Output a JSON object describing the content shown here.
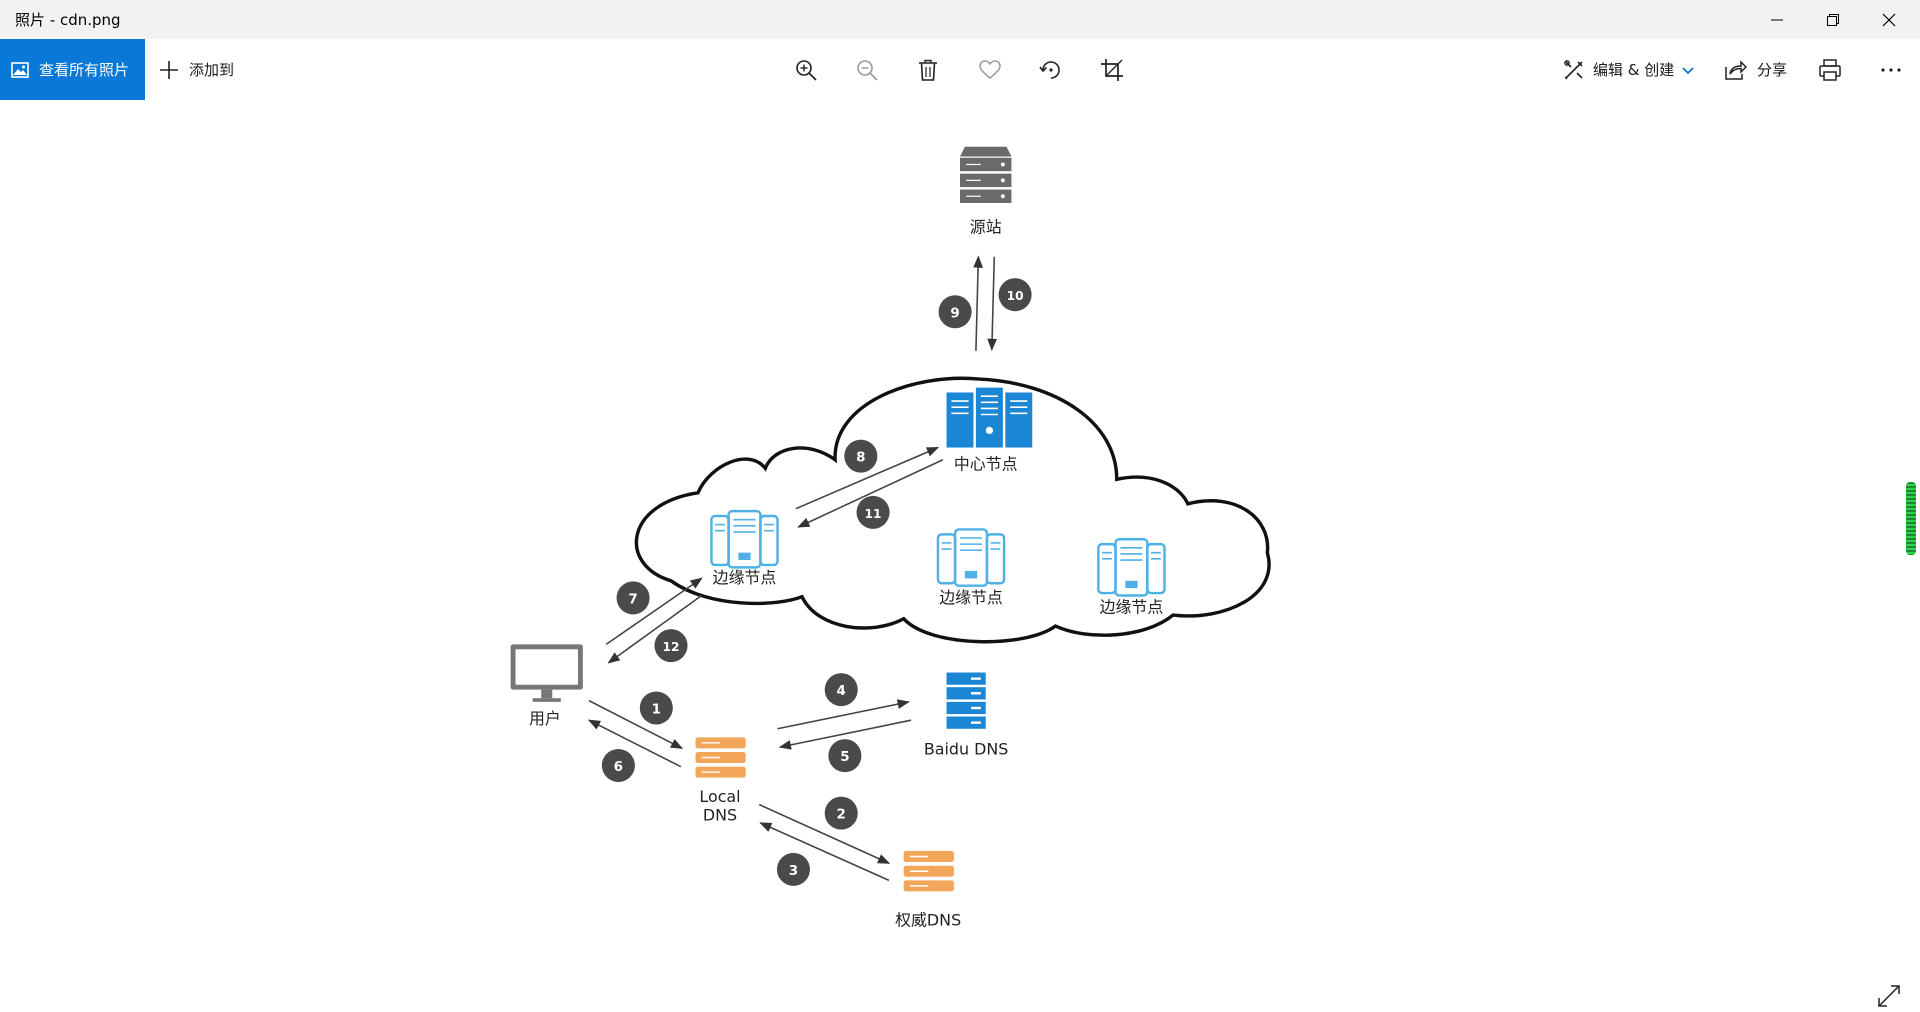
{
  "window": {
    "title": "照片 - cdn.png"
  },
  "toolbar": {
    "view_all_label": "查看所有照片",
    "add_to_label": "添加到",
    "edit_create_label": "编辑 & 创建",
    "share_label": "分享"
  },
  "diagram": {
    "origin_label": "源站",
    "center_node_label": "中心节点",
    "edge_node_label": "边缘节点",
    "user_label": "用户",
    "local_dns_line1": "Local",
    "local_dns_line2": "DNS",
    "baidu_dns_label": "Baidu DNS",
    "auth_dns_label": "权威DNS",
    "steps": [
      "1",
      "2",
      "3",
      "4",
      "5",
      "6",
      "7",
      "8",
      "9",
      "10",
      "11",
      "12"
    ]
  },
  "colors": {
    "accent": "#0a78d7",
    "server_blue": "#1a86d4",
    "edge_blue": "#4fb0e6",
    "dns_orange": "#f2a65a",
    "step_badge": "#4a4a4a",
    "origin_gray": "#6a6a6a"
  }
}
